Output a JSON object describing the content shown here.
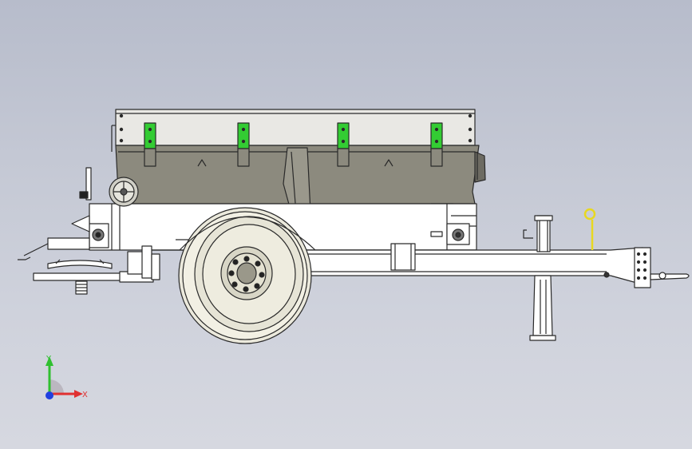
{
  "viewport": {
    "background_top": "#b7bccb",
    "background_bottom": "#d6d8e0"
  },
  "model": {
    "description_icon": "trailer-spreader-model",
    "colors": {
      "hopper_body": "#8c8a7e",
      "hopper_top": "#e9e8e4",
      "frame": "#ffffff",
      "outline": "#2a2a2a",
      "tire": "#ebe9dc",
      "bracket_highlight": "#33cc33",
      "handle_highlight": "#e8d820"
    }
  },
  "triad": {
    "x_label": "X",
    "y_label": "Y",
    "x_color": "#e03030",
    "y_color": "#30c030",
    "z_color": "#2040e0"
  }
}
